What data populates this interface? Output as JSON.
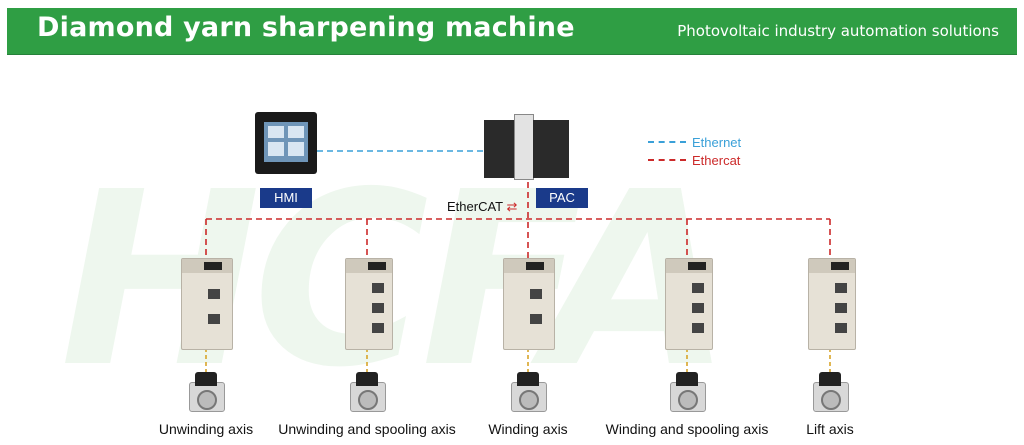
{
  "header": {
    "title": "Diamond yarn sharpening machine",
    "subtitle": "Photovoltaic industry automation solutions"
  },
  "devices": {
    "hmi_label": "HMI",
    "pac_label": "PAC",
    "ethercat_logo": "EtherCAT"
  },
  "legend": [
    {
      "label": "Ethernet",
      "color": "#3aa0d8"
    },
    {
      "label": "Ethercat",
      "color": "#cc2a2a"
    }
  ],
  "axes": [
    {
      "label": "Unwinding axis"
    },
    {
      "label": "Unwinding and spooling axis"
    },
    {
      "label": "Winding axis"
    },
    {
      "label": "Winding and spooling axis"
    },
    {
      "label": "Lift axis"
    }
  ],
  "watermark": "HCFA"
}
